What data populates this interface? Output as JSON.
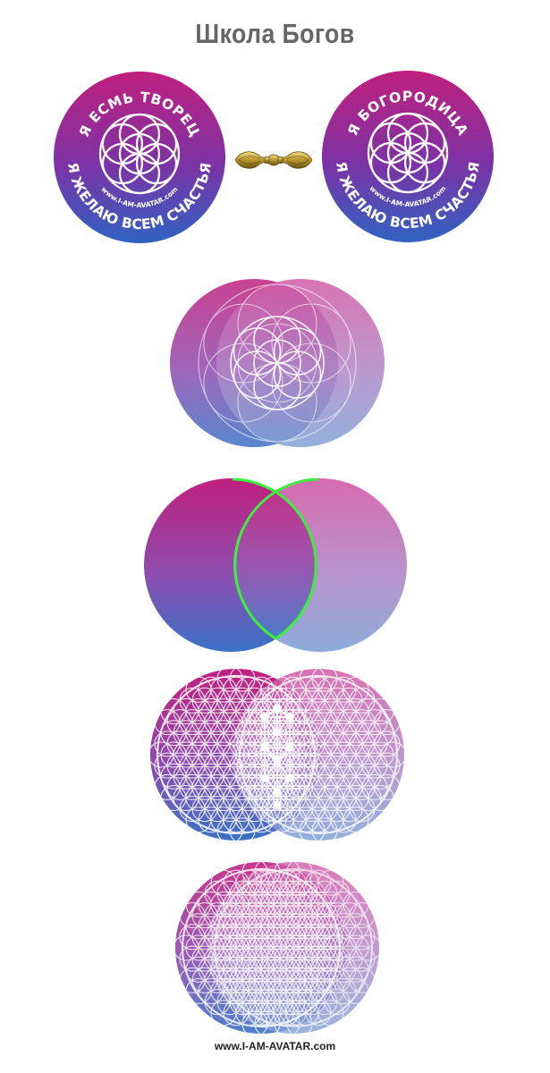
{
  "page": {
    "title": "Школа Богов",
    "footer": "www.I-AM-AVATAR.com"
  },
  "badges": [
    {
      "top_text": "Я ЕСМЬ ТВОРЕЦ",
      "bottom_text": "Я ЖЕЛАЮ ВСЕМ СЧАСТЬЯ",
      "url": "www.I-AM-AVATAR.com"
    },
    {
      "top_text": "Я БОГОРОДИЦА",
      "bottom_text": "Я ЖЕЛАЮ ВСЕМ СЧАСТЬЯ",
      "url": "www.I-AM-AVATAR.com"
    }
  ],
  "center_object": "vajra",
  "diagrams": [
    "vesica-with-seed-of-life",
    "vesica-piscis-highlighted",
    "flowers-of-life-with-tree-of-life",
    "overlapping-flowers-of-life"
  ],
  "colors": {
    "magenta": "#c0207e",
    "violet": "#6a3aa8",
    "blue": "#2e68c0",
    "highlight": "#3af03a",
    "title_gray": "#666666",
    "gold": "#b8962e"
  }
}
